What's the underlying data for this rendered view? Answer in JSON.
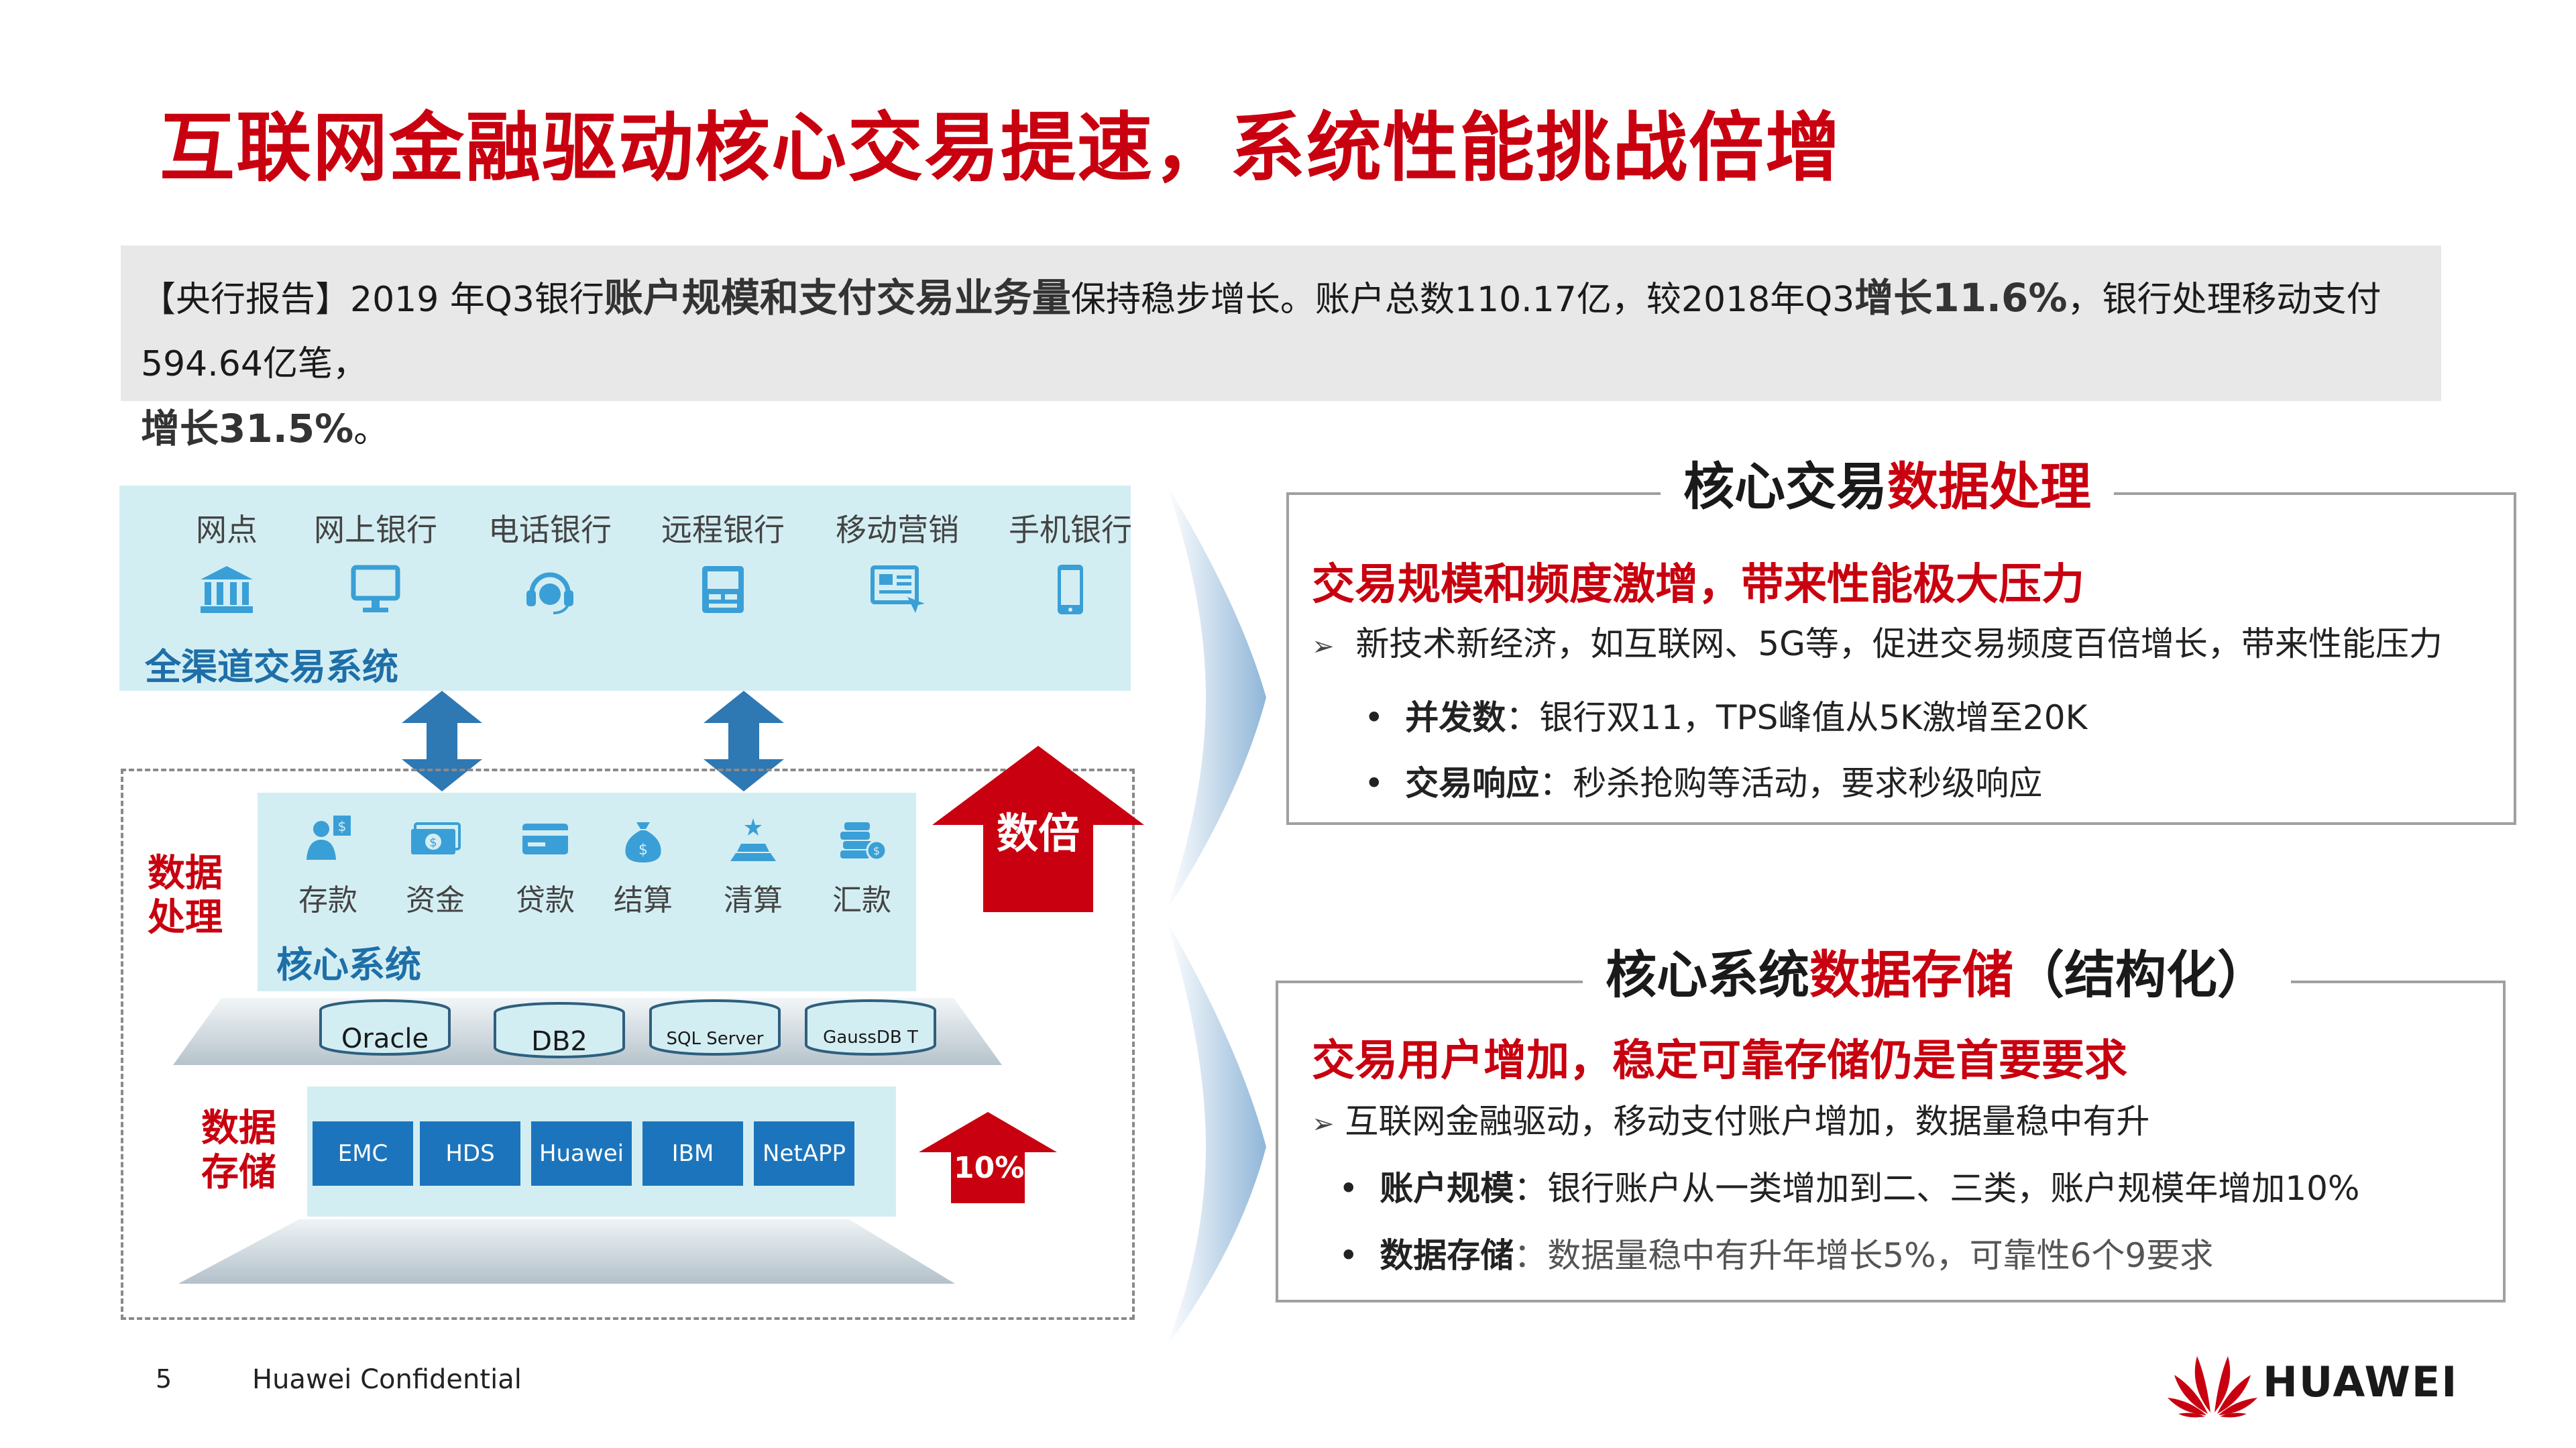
{
  "title": "互联网金融驱动核心交易提速，系统性能挑战倍增",
  "report": {
    "seg1": "【央行报告】2019 年Q3银行",
    "seg2": "账户规模和支付交易业务量",
    "seg3": "保持稳步增长。账户总数110.17亿，较2018年Q3",
    "seg4": "增长11.6%",
    "seg5": "，银行处理移动支付594.64亿笔，",
    "seg6": "增长31.5%",
    "seg7": "。"
  },
  "diagram": {
    "channels": [
      "网点",
      "网上银行",
      "电话银行",
      "远程银行",
      "移动营销",
      "手机银行"
    ],
    "channel_caption": "全渠道交易系统",
    "core_modules": [
      "存款",
      "资金",
      "贷款",
      "结算",
      "清算",
      "汇款"
    ],
    "core_caption": "核心系统",
    "processing_label": [
      "数据",
      "处理"
    ],
    "storage_label": [
      "数据",
      "存储"
    ],
    "databases": [
      "Oracle",
      "DB2",
      "SQL Server",
      "GaussDB T"
    ],
    "storage_vendors": [
      "EMC",
      "HDS",
      "Huawei",
      "IBM",
      "NetAPP"
    ],
    "growth_big": "数倍",
    "growth_small": "10%"
  },
  "panel1": {
    "title_black": "核心交易",
    "title_red": "数据处理",
    "heading": "交易规模和频度激增，带来性能极大压力",
    "bullet": "新技术新经济，如互联网、5G等，促进交易频度百倍增长，带来性能压力",
    "sub1_label": "并发数",
    "sub1_text": "：银行双11，TPS峰值从5K激增至20K",
    "sub2_label": "交易响应",
    "sub2_text": "：秒杀抢购等活动，要求秒级响应"
  },
  "panel2": {
    "title_black": "核心系统",
    "title_red": "数据存储",
    "title_tail": "（结构化）",
    "heading": "交易用户增加，稳定可靠存储仍是首要要求",
    "bullet": "互联网金融驱动，移动支付账户增加，数据量稳中有升",
    "sub1_label": "账户规模",
    "sub1_text": "：银行账户从一类增加到二、三类，账户规模年增加10%",
    "sub2_label": "数据存储",
    "sub2_text": "：数据量稳中有升年增长5%，可靠性6个9要求"
  },
  "footer": {
    "page_number": "5",
    "confidential": "Huawei Confidential",
    "logo_text": "HUAWEI"
  },
  "colors": {
    "brand_red": "#c8000f",
    "panel_cyan": "#d3eef3",
    "icon_blue": "#3a9fd6",
    "storage_blue": "#1c75bc"
  }
}
